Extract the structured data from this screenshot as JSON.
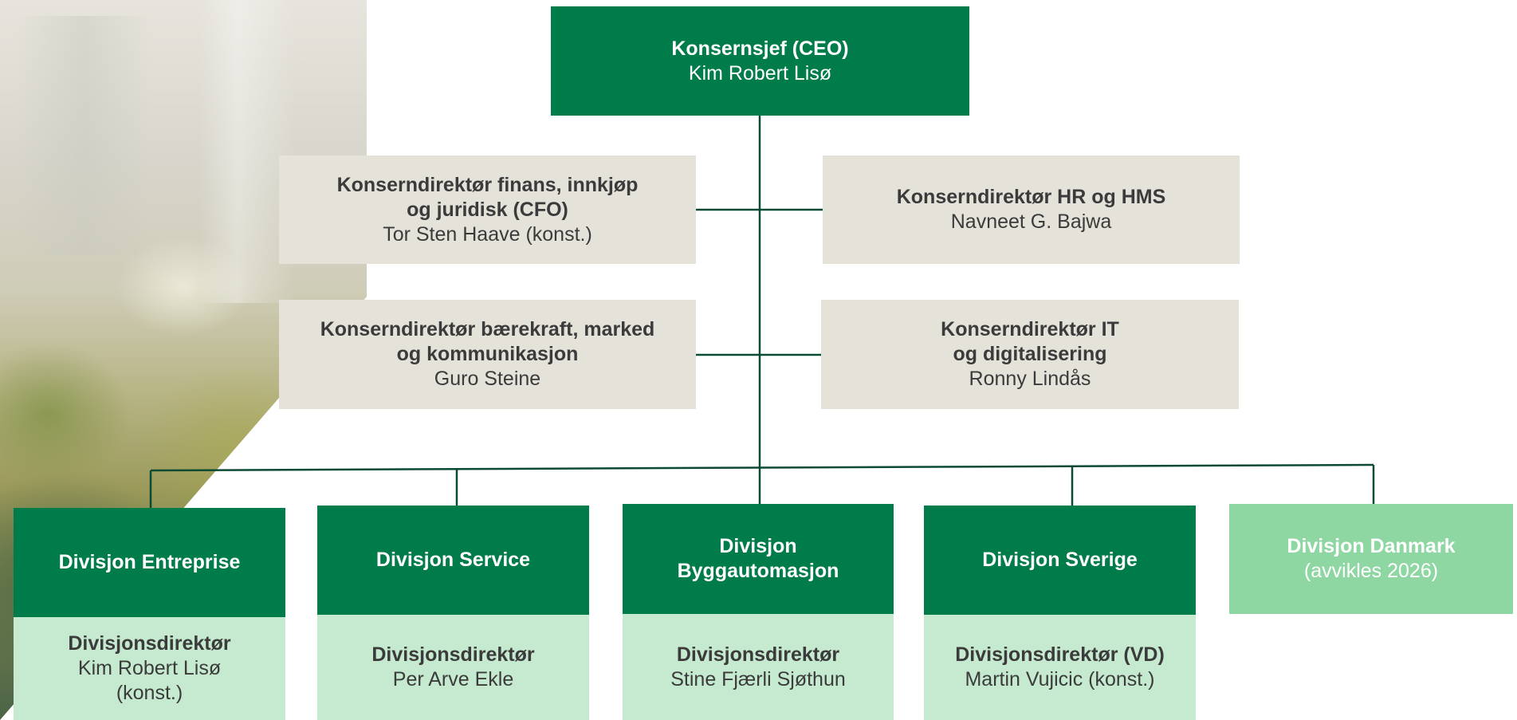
{
  "ceo": {
    "title": "Konsernsjef (CEO)",
    "name": "Kim Robert Lisø"
  },
  "executives": [
    {
      "title_line1": "Konserndirektør finans, innkjøp",
      "title_line2": "og juridisk (CFO)",
      "name": "Tor Sten Haave (konst.)"
    },
    {
      "title_line1": "Konserndirektør HR og HMS",
      "title_line2": "",
      "name": "Navneet G. Bajwa"
    },
    {
      "title_line1": "Konserndirektør bærekraft, marked",
      "title_line2": "og kommunikasjon",
      "name": "Guro Steine"
    },
    {
      "title_line1": "Konserndirektør IT",
      "title_line2": "og digitalisering",
      "name": "Ronny Lindås"
    }
  ],
  "divisions": [
    {
      "name_line1": "Divisjon Entreprise",
      "name_line2": "",
      "director_title": "Divisjonsdirektør",
      "director_line1": "Kim Robert Lisø",
      "director_line2": "(konst.)"
    },
    {
      "name_line1": "Divisjon Service",
      "name_line2": "",
      "director_title": "Divisjonsdirektør",
      "director_line1": "Per Arve Ekle",
      "director_line2": ""
    },
    {
      "name_line1": "Divisjon",
      "name_line2": "Byggautomasjon",
      "director_title": "Divisjonsdirektør",
      "director_line1": "Stine Fjærli Sjøthun",
      "director_line2": ""
    },
    {
      "name_line1": "Divisjon Sverige",
      "name_line2": "",
      "director_title": "Divisjonsdirektør (VD)",
      "director_line1": "Martin Vujicic (konst.)",
      "director_line2": ""
    },
    {
      "name_line1": "Divisjon Danmark",
      "name_line2": "(avvikles 2026)",
      "director_title": "",
      "director_line1": "",
      "director_line2": ""
    }
  ],
  "colors": {
    "primary_green": "#007b4a",
    "light_green": "#8ed6a2",
    "pale_green": "#c5eacf",
    "beige": "#e5e2da",
    "line": "#0b4a33"
  }
}
